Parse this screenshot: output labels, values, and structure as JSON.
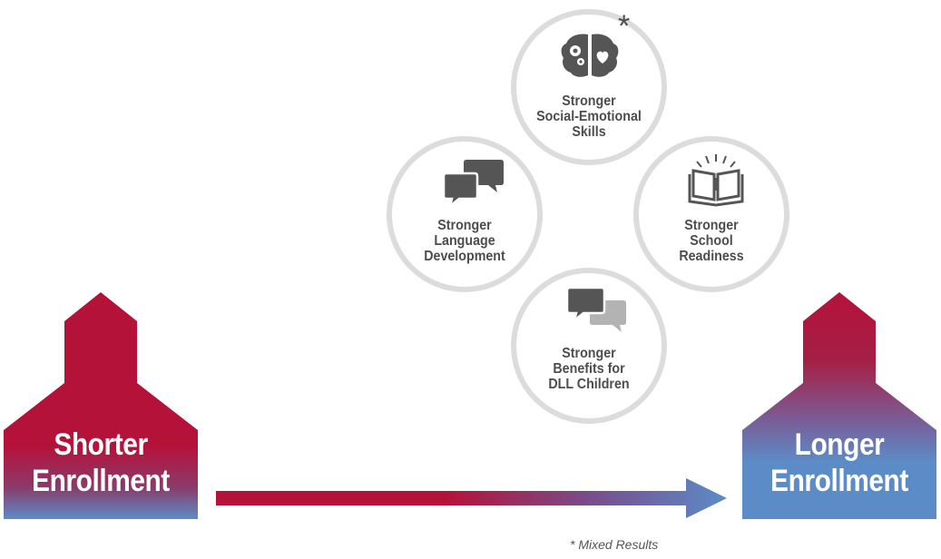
{
  "left_house": {
    "line1": "Shorter",
    "line2": "Enrollment"
  },
  "right_house": {
    "line1": "Longer",
    "line2": "Enrollment"
  },
  "circles": {
    "social_emotional": {
      "lines": [
        "Stronger",
        "Social-Emotional",
        "Skills"
      ],
      "marker": "*",
      "icon": "brain-gears-heart-icon"
    },
    "language": {
      "lines": [
        "Stronger",
        "Language",
        "Development"
      ],
      "icon": "speech-bubbles-icon"
    },
    "school_readiness": {
      "lines": [
        "Stronger",
        "School",
        "Readiness"
      ],
      "icon": "open-book-icon"
    },
    "dll": {
      "lines": [
        "Stronger",
        "Benefits for",
        "DLL Children"
      ],
      "icon": "dual-speech-bubbles-icon"
    }
  },
  "footnote": "* Mixed Results",
  "colors": {
    "red": "#b5123a",
    "blue": "#5b8cc7",
    "circle_border": "#dcdcdc",
    "icon": "#555555",
    "text": "#4d4d4d"
  }
}
